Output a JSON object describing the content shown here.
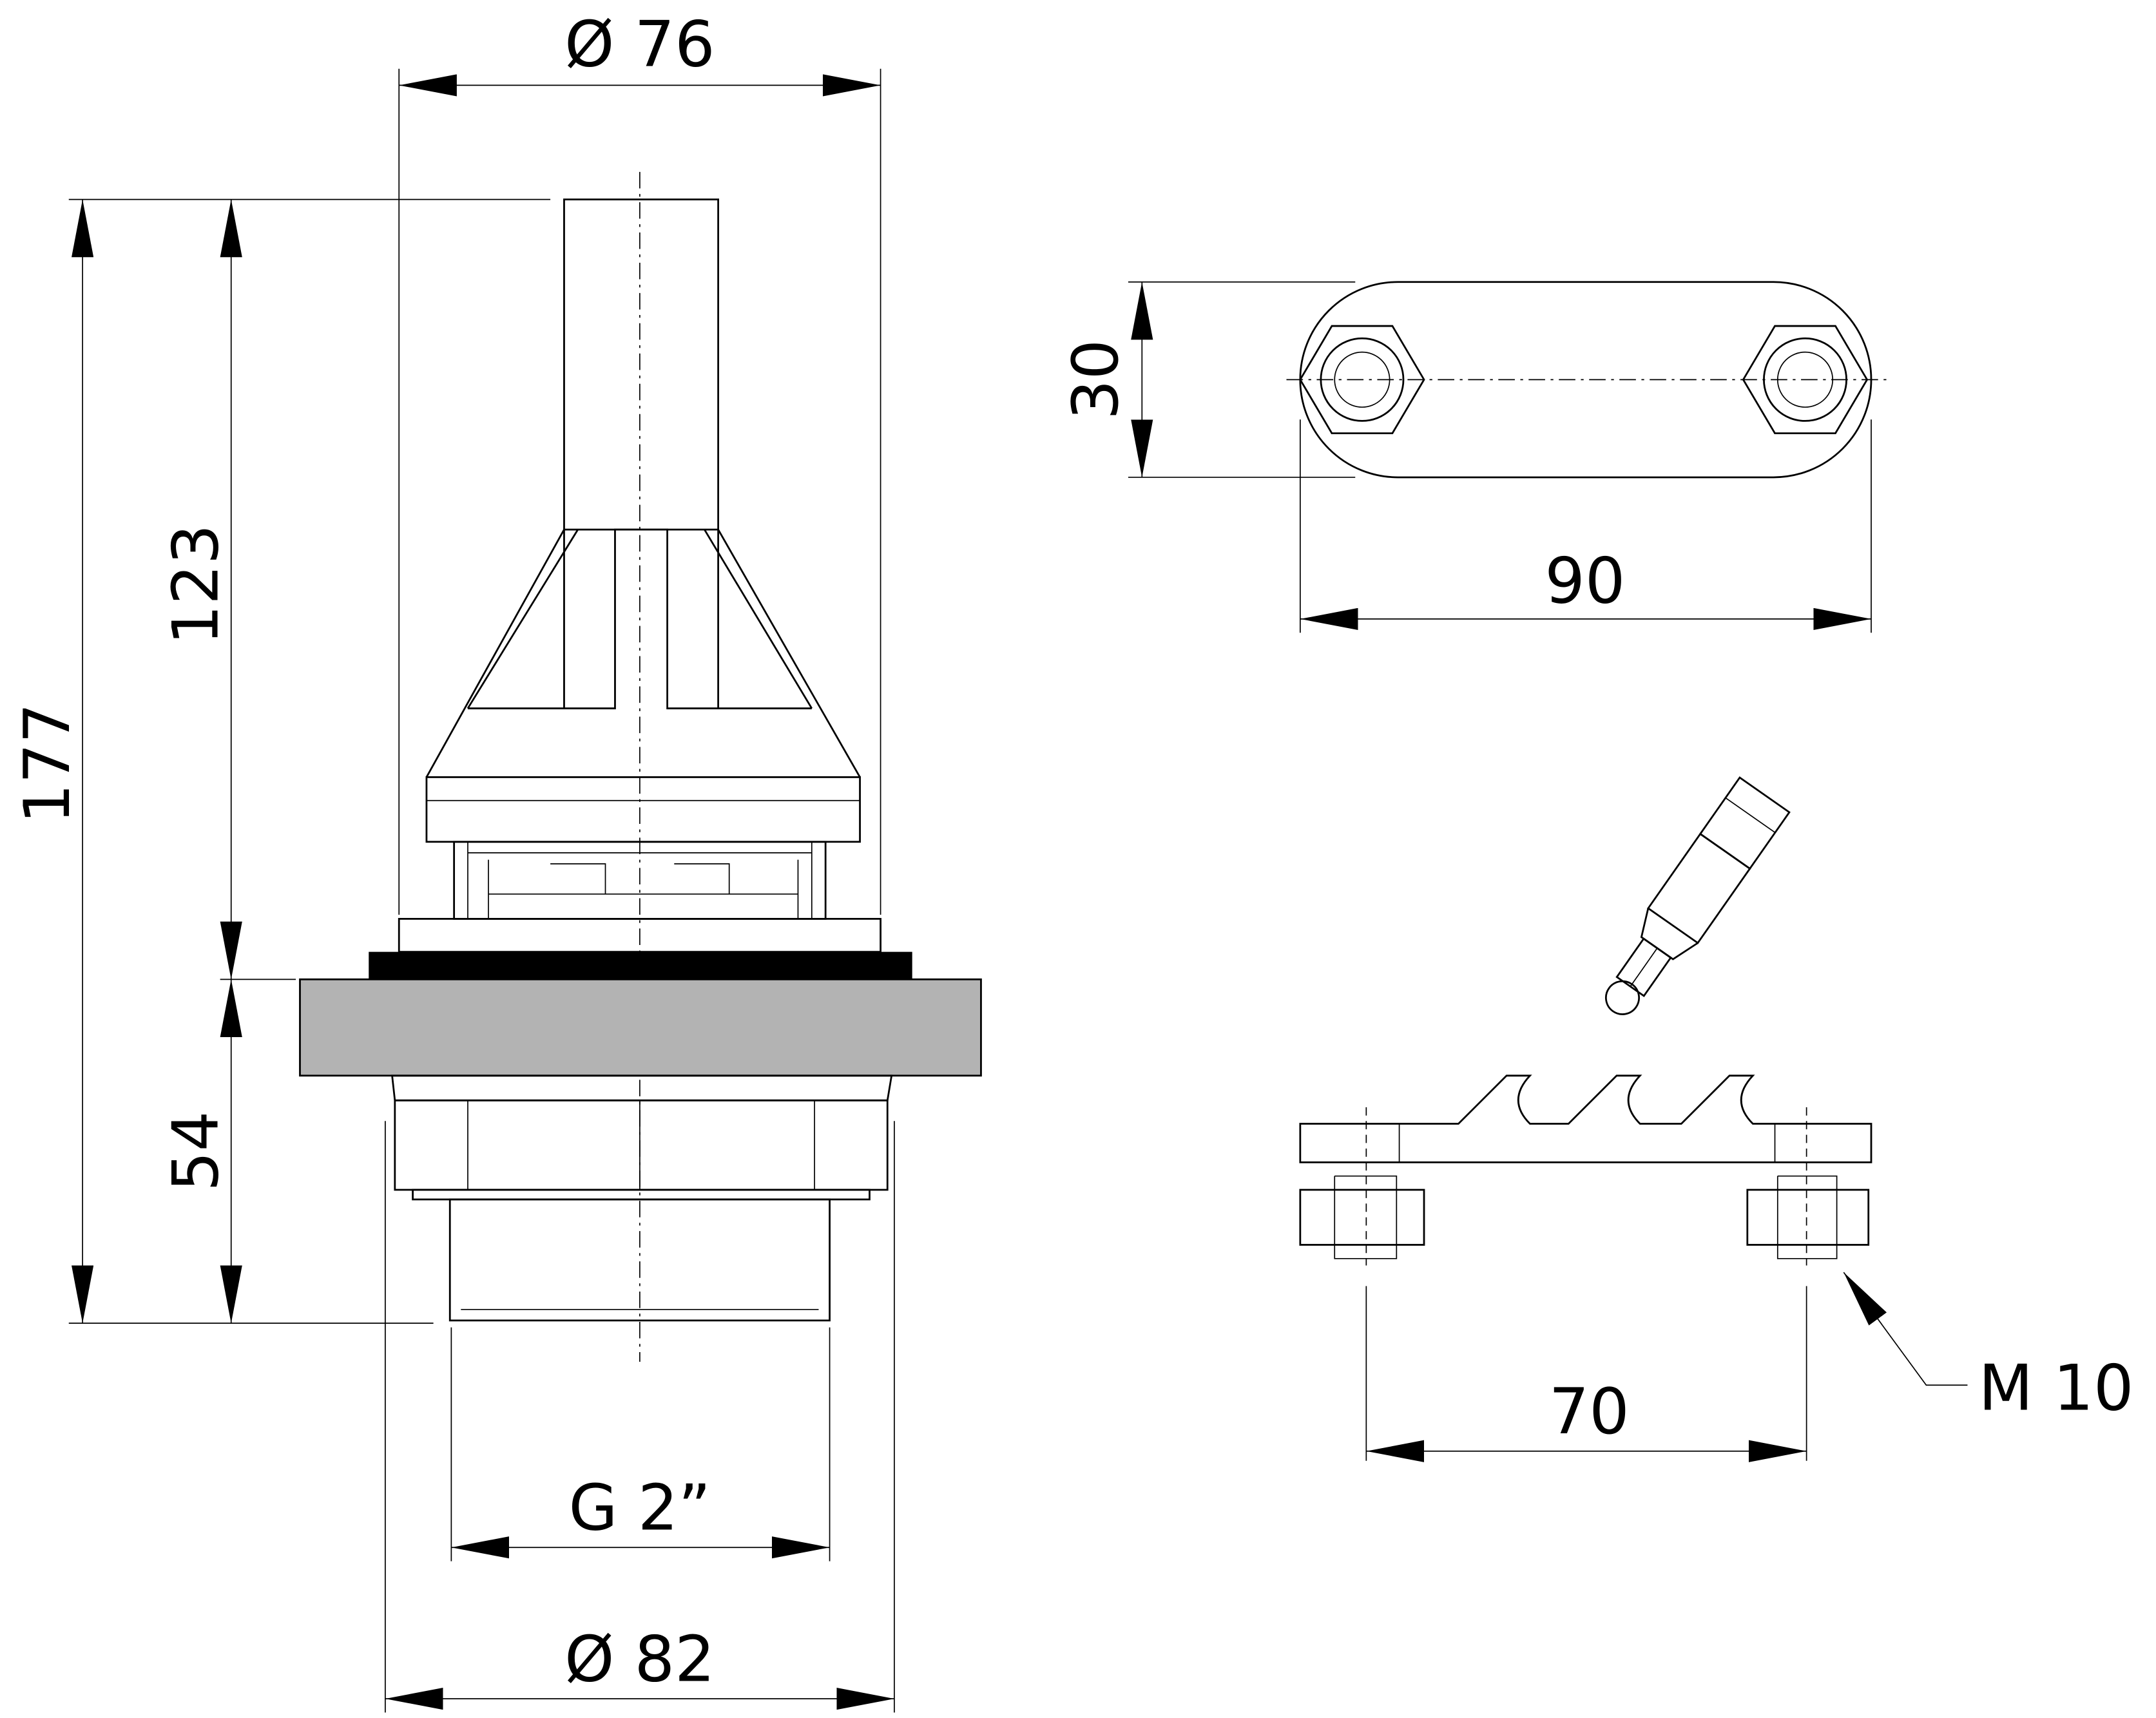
{
  "drawing": {
    "dimensions": {
      "top_diameter": "Ø 76",
      "total_height": "177",
      "upper_height": "123",
      "lower_height": "54",
      "thread": "G 2”",
      "bottom_diameter": "Ø 82",
      "slot_width": "30",
      "slot_length": "90",
      "bolt_spacing": "70",
      "bolt_size": "M 10"
    },
    "colors": {
      "line": "#000000",
      "plate": "#b3b3b3",
      "gasket": "#000000"
    }
  }
}
